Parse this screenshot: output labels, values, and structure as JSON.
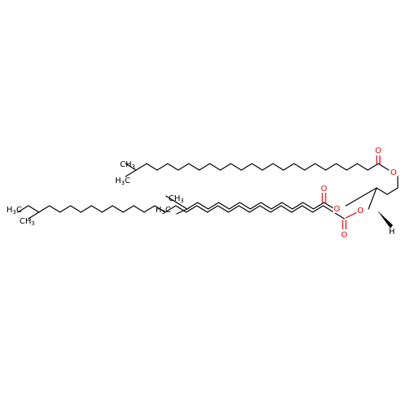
{
  "atoms": {
    "ester_o_top": "O",
    "carbonyl_o_top": "O",
    "ester_o_mid": "O",
    "carbonyl_o_mid": "O",
    "ester_o_bot": "O",
    "carbonyl_o_bot": "O",
    "stereo_h": "H"
  },
  "end_groups": {
    "chain1_ch3": {
      "main": "CH",
      "sub": "3"
    },
    "chain1_h3c": {
      "main": "H",
      "sub": "3",
      "tail": "C"
    },
    "chain2_ch3": {
      "main": "CH",
      "sub": "3"
    },
    "chain2_h3c": {
      "main": "H",
      "sub": "3",
      "tail": "C"
    },
    "chain3_ch3": {
      "main": "CH",
      "sub": "3"
    },
    "chain3_h3c": {
      "main": "H",
      "sub": "3",
      "tail": "C"
    }
  },
  "colors": {
    "bond": "#000000",
    "heteroatom_oxygen": "#e00000",
    "background": "#ffffff"
  }
}
